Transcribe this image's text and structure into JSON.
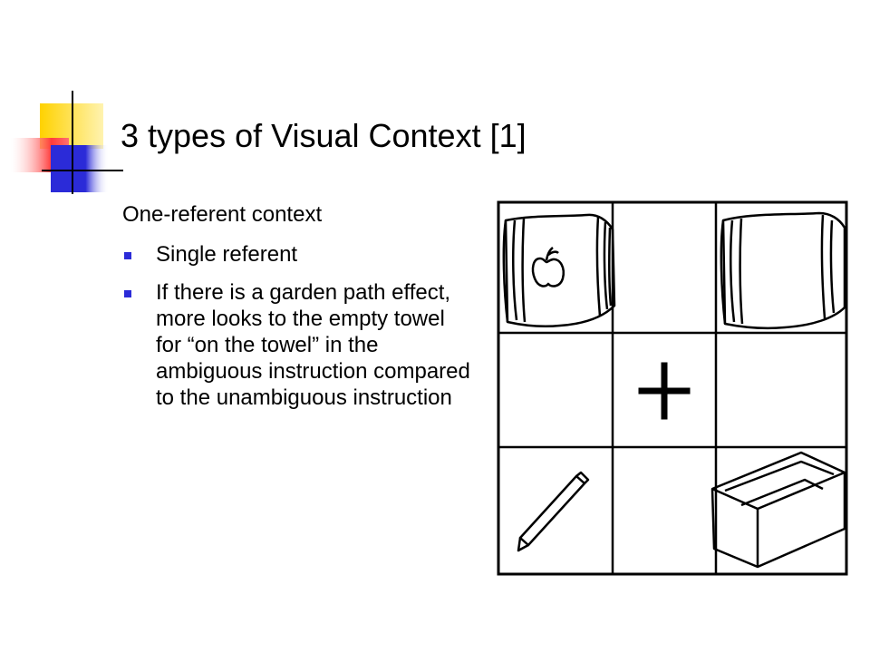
{
  "slide": {
    "title": "3 types of Visual Context [1]",
    "heading": "One-referent context",
    "bullets": [
      "Single referent",
      "If there is a garden path effect, more looks to the empty towel for “on the towel” in the ambiguous instruction compared to the unambiguous instruction"
    ]
  },
  "figure": {
    "cells": [
      "towel-with-apple",
      "empty",
      "empty-towel",
      "empty",
      "fixation-cross",
      "empty",
      "pencil",
      "empty",
      "box"
    ]
  },
  "colors": {
    "accent_yellow": "#ffd200",
    "accent_red": "#ff3b3b",
    "accent_blue": "#2b2bd8",
    "bullet": "#2b2bd8"
  }
}
